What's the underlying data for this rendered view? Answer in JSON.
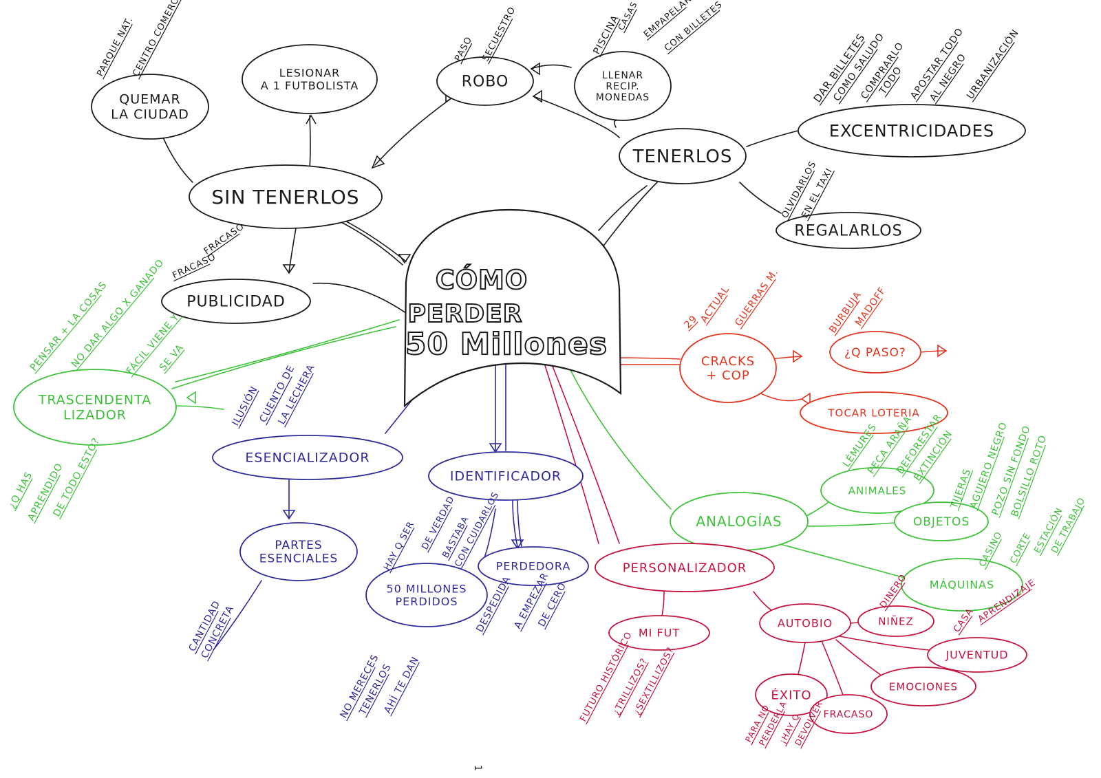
{
  "colors": {
    "black": "#1a1a1a",
    "red": "#e2341c",
    "green": "#3ec23a",
    "blue": "#2e2a9a",
    "crimson": "#c4123e"
  },
  "center": {
    "line1": "CÓMO",
    "line2": "PERDER",
    "line3": "50 Millones",
    "color": "black"
  },
  "nodes": [
    {
      "id": "quemar",
      "color": "black",
      "text": [
        "QUEMAR",
        "LA CIUDAD"
      ]
    },
    {
      "id": "lesionar",
      "color": "black",
      "text": [
        "LESIONAR",
        "A 1 FUTBOLISTA"
      ]
    },
    {
      "id": "robo",
      "color": "black",
      "text": [
        "ROBO"
      ]
    },
    {
      "id": "llenar",
      "color": "black",
      "text": [
        "LLENAR",
        "RECIP.",
        "MONEDAS"
      ]
    },
    {
      "id": "excentricidades",
      "color": "black",
      "text": [
        "EXCENTRICIDADES"
      ]
    },
    {
      "id": "tenerlos",
      "color": "black",
      "text": [
        "TENERLOS"
      ]
    },
    {
      "id": "sin-tenerlos",
      "color": "black",
      "text": [
        "SIN TENERLOS"
      ]
    },
    {
      "id": "regalarlos",
      "color": "black",
      "text": [
        "REGALARLOS"
      ]
    },
    {
      "id": "publicidad",
      "color": "black",
      "text": [
        "PUBLICIDAD"
      ]
    },
    {
      "id": "trascendentalizador",
      "color": "green",
      "text": [
        "TRASCENDENTA",
        "LIZADOR"
      ]
    },
    {
      "id": "esencializador",
      "color": "blue",
      "text": [
        "ESENCIALIZADOR"
      ]
    },
    {
      "id": "partes",
      "color": "blue",
      "text": [
        "PARTES",
        "ESENCIALES"
      ]
    },
    {
      "id": "identificador",
      "color": "blue",
      "text": [
        "IDENTIFICADOR"
      ]
    },
    {
      "id": "perdedora",
      "color": "blue",
      "text": [
        "PERDEDORA"
      ]
    },
    {
      "id": "50millones",
      "color": "blue",
      "text": [
        "50 MILLONES",
        "PERDIDOS"
      ]
    },
    {
      "id": "cracks",
      "color": "red",
      "text": [
        "CRACKS",
        "+ COP"
      ]
    },
    {
      "id": "qpaso",
      "color": "red",
      "text": [
        "¿Q PASO?"
      ]
    },
    {
      "id": "loteria",
      "color": "red",
      "text": [
        "TOCAR LOTERIA"
      ]
    },
    {
      "id": "analogias",
      "color": "green",
      "text": [
        "ANALOGÍAS"
      ]
    },
    {
      "id": "animales",
      "color": "green",
      "text": [
        "ANIMALES"
      ]
    },
    {
      "id": "objetos",
      "color": "green",
      "text": [
        "OBJETOS"
      ]
    },
    {
      "id": "maquinas",
      "color": "green",
      "text": [
        "MÁQUINAS"
      ]
    },
    {
      "id": "personalizador",
      "color": "crimson",
      "text": [
        "PERSONALIZADOR"
      ]
    },
    {
      "id": "mifut",
      "color": "crimson",
      "text": [
        "MI FUT"
      ]
    },
    {
      "id": "autobio",
      "color": "crimson",
      "text": [
        "AUTOBIO"
      ]
    },
    {
      "id": "ninez",
      "color": "crimson",
      "text": [
        "NIÑEZ"
      ]
    },
    {
      "id": "juventud",
      "color": "crimson",
      "text": [
        "JUVENTUD"
      ]
    },
    {
      "id": "emociones",
      "color": "crimson",
      "text": [
        "EMOCIONES"
      ]
    },
    {
      "id": "exito",
      "color": "crimson",
      "text": [
        "ÉXITO"
      ]
    },
    {
      "id": "fracaso",
      "color": "crimson",
      "text": [
        "FRACASO"
      ]
    }
  ],
  "notes": [
    {
      "id": "parque",
      "color": "black",
      "text": "PARQUE NAT."
    },
    {
      "id": "centro",
      "color": "black",
      "text": "CENTRO COMERCIAL"
    },
    {
      "id": "paso",
      "color": "black",
      "text": "PASO"
    },
    {
      "id": "secuestro",
      "color": "black",
      "text": "SECUESTRO"
    },
    {
      "id": "piscina",
      "color": "black",
      "text": "PISCINA"
    },
    {
      "id": "casas",
      "color": "black",
      "text": "CASAS"
    },
    {
      "id": "empapelar",
      "color": "black",
      "text": "EMPAPELAR"
    },
    {
      "id": "conbilletes",
      "color": "black",
      "text": "CON BILLETES"
    },
    {
      "id": "darbilletes",
      "color": "black",
      "text": "DAR BILLETES"
    },
    {
      "id": "comosaludo",
      "color": "black",
      "text": "COMO SALUDO"
    },
    {
      "id": "comprarlo",
      "color": "black",
      "text": "COMPRARLO"
    },
    {
      "id": "todo",
      "color": "black",
      "text": "TODO"
    },
    {
      "id": "apostar",
      "color": "black",
      "text": "APOSTAR TODO"
    },
    {
      "id": "alnegro",
      "color": "black",
      "text": "AL NEGRO"
    },
    {
      "id": "urbanizacion",
      "color": "black",
      "text": "URBANIZACIÓN"
    },
    {
      "id": "olvidarlos",
      "color": "black",
      "text": "OLVIDARLOS"
    },
    {
      "id": "eneltaxi",
      "color": "black",
      "text": "EN EL TAXI"
    },
    {
      "id": "fracaso-pub",
      "color": "black",
      "text": "FRACASO"
    },
    {
      "id": "fracaso2",
      "color": "black",
      "text": "FRACASO"
    },
    {
      "id": "pensar",
      "color": "green",
      "text": "PENSAR + LA COSAS"
    },
    {
      "id": "nodar",
      "color": "green",
      "text": "NO DAR ALGO X GANADO"
    },
    {
      "id": "facil",
      "color": "green",
      "text": "FÁCIL VIENE Y"
    },
    {
      "id": "sevan",
      "color": "green",
      "text": "SE VA"
    },
    {
      "id": "quehas",
      "color": "green",
      "text": "¿Q HAS"
    },
    {
      "id": "aprendido",
      "color": "green",
      "text": "APRENDIDO"
    },
    {
      "id": "detodo",
      "color": "green",
      "text": "DE TODO ESTO?"
    },
    {
      "id": "ilusion",
      "color": "blue",
      "text": "ILUSIÓN"
    },
    {
      "id": "cuento",
      "color": "blue",
      "text": "CUENTO DE"
    },
    {
      "id": "lechera",
      "color": "blue",
      "text": "LA LECHERA"
    },
    {
      "id": "cantidad",
      "color": "blue",
      "text": "CANTIDAD"
    },
    {
      "id": "concreta",
      "color": "blue",
      "text": "CONCRETA"
    },
    {
      "id": "hayqser",
      "color": "blue",
      "text": "HAY Q SER"
    },
    {
      "id": "deverdad",
      "color": "blue",
      "text": "DE VERDAD"
    },
    {
      "id": "bastaba",
      "color": "blue",
      "text": "BASTABA"
    },
    {
      "id": "concuidarlos",
      "color": "blue",
      "text": "CON CUIDARLOS"
    },
    {
      "id": "despedida",
      "color": "blue",
      "text": "DESPEDIDA"
    },
    {
      "id": "aempezar",
      "color": "blue",
      "text": "A EMPEZAR"
    },
    {
      "id": "decero",
      "color": "blue",
      "text": "DE CERO"
    },
    {
      "id": "nomereces",
      "color": "blue",
      "text": "NO MERECES"
    },
    {
      "id": "tenerlos-n",
      "color": "blue",
      "text": "TENERLOS"
    },
    {
      "id": "ahitedan",
      "color": "blue",
      "text": "AHÍ TE DAN"
    },
    {
      "id": "29",
      "color": "red",
      "text": "29"
    },
    {
      "id": "actual",
      "color": "red",
      "text": "ACTUAL"
    },
    {
      "id": "guerras",
      "color": "red",
      "text": "GUERRAS M."
    },
    {
      "id": "burbuja",
      "color": "red",
      "text": "BURBUJA"
    },
    {
      "id": "madoff",
      "color": "red",
      "text": "MADOFF"
    },
    {
      "id": "lemures",
      "color": "green",
      "text": "LÉMURES"
    },
    {
      "id": "pecaarana",
      "color": "green",
      "text": "PECA ARAÑA"
    },
    {
      "id": "deforestar",
      "color": "green",
      "text": "DEFORESTAR"
    },
    {
      "id": "extincion",
      "color": "green",
      "text": "EXTINCIÓN"
    },
    {
      "id": "tijeras",
      "color": "green",
      "text": "TIJERAS"
    },
    {
      "id": "agujero",
      "color": "green",
      "text": "AGUJERO NEGRO"
    },
    {
      "id": "pozosinfondo",
      "color": "green",
      "text": "POZO SIN FONDO"
    },
    {
      "id": "bolsillo",
      "color": "green",
      "text": "BOLSILLO ROTO"
    },
    {
      "id": "casino",
      "color": "green",
      "text": "CASINO"
    },
    {
      "id": "cortedaccion",
      "color": "green",
      "text": "CORTE"
    },
    {
      "id": "estacion",
      "color": "green",
      "text": "ESTACIÓN"
    },
    {
      "id": "destruido",
      "color": "green",
      "text": "DE TRABAJO"
    },
    {
      "id": "dinero",
      "color": "crimson",
      "text": "DINERO"
    },
    {
      "id": "casa",
      "color": "crimson",
      "text": "CASA"
    },
    {
      "id": "aprendizaje",
      "color": "crimson",
      "text": "APRENDIZAJE"
    },
    {
      "id": "futurista",
      "color": "crimson",
      "text": "FUTURO HISTÓRICO"
    },
    {
      "id": "trillizos",
      "color": "crimson",
      "text": "¿TRILLIZOS?"
    },
    {
      "id": "sextillizos",
      "color": "crimson",
      "text": "¿SEXTILLIZOS?"
    },
    {
      "id": "paranoperder",
      "color": "crimson",
      "text": "PARA NO"
    },
    {
      "id": "perdera",
      "color": "crimson",
      "text": "PERDERLA"
    },
    {
      "id": "ihaydevolverla",
      "color": "crimson",
      "text": "¡HAY Q"
    },
    {
      "id": "devolver",
      "color": "crimson",
      "text": "DEVOLVER"
    },
    {
      "id": "page-number",
      "color": "black",
      "text": "1"
    }
  ]
}
